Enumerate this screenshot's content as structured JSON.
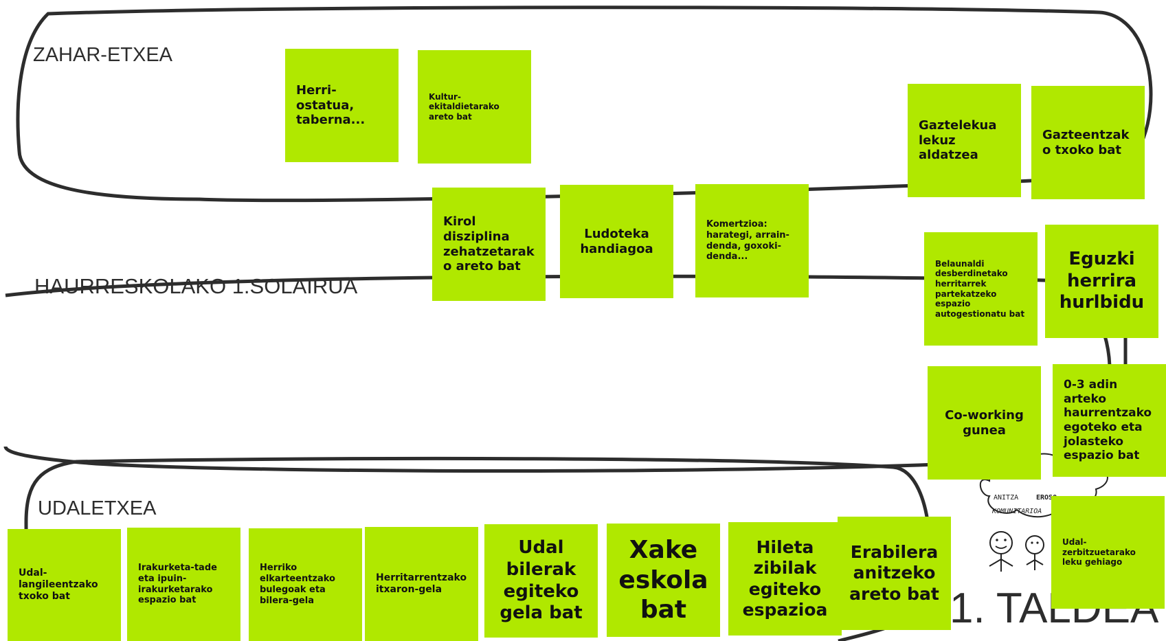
{
  "board": {
    "colors": {
      "sticky": "#b0e800",
      "outline": "#2d2d2d",
      "text": "#111111"
    },
    "zones": [
      {
        "id": "zahar",
        "label": "ZAHAR-ETXEA"
      },
      {
        "id": "haurreskola",
        "label": "HAURRESKOLAKO 1.SOLAIRUA"
      },
      {
        "id": "udaletxea",
        "label": "UDALETXEA"
      }
    ],
    "group_title": "1. TALDEA",
    "doodle_texts": [
      "ANITZA",
      "EROSO",
      "KOMUNITARIOA"
    ],
    "notes": [
      {
        "id": "herri-ostatua",
        "text": "Herri-ostatua, taberna..."
      },
      {
        "id": "kultur",
        "text": "Kultur-ekitaldietarako areto bat"
      },
      {
        "id": "gaztelekua",
        "text": "Gaztelekua lekuz aldatzea"
      },
      {
        "id": "gazteentzako",
        "text": "Gazteentzako txoko bat"
      },
      {
        "id": "kirol",
        "text": "Kirol disziplina zehatzetarako areto bat"
      },
      {
        "id": "ludoteka",
        "text": "Ludoteka handiagoa"
      },
      {
        "id": "komertzioa",
        "text": "Komertzioa: harategi, arrain-denda, goxoki-denda..."
      },
      {
        "id": "belaunaldi",
        "text": "Belaunaldi desberdinetako herritarrek partekatzeko espazio autogestionatu bat"
      },
      {
        "id": "eguzki",
        "text": "Eguzki herrira hurlbidu"
      },
      {
        "id": "coworking",
        "text": "Co-working gunea"
      },
      {
        "id": "zero-hiru",
        "text": "0-3 adin arteko haurrentzako egoteko eta jolasteko espazio bat"
      },
      {
        "id": "udal-zerbitzu",
        "text": "Udal-zerbitzuetarako leku gehiago"
      },
      {
        "id": "udal-langile",
        "text": "Udal-langileentzako txoko bat"
      },
      {
        "id": "irakurketa",
        "text": "Irakurketa-tade eta ipuin-irakurketarako espazio bat"
      },
      {
        "id": "elkarte",
        "text": "Herriko elkarteentzako bulegoak eta bilera-gela"
      },
      {
        "id": "itxaron",
        "text": "Herritarrentzako itxaron-gela"
      },
      {
        "id": "udal-bilera",
        "text": "Udal bilerak egiteko gela bat"
      },
      {
        "id": "xake",
        "text": "Xake eskola bat"
      },
      {
        "id": "hileta",
        "text": "Hileta zibilak egiteko espazioa"
      },
      {
        "id": "erabilera",
        "text": "Erabilera anitzeko areto bat"
      }
    ]
  }
}
